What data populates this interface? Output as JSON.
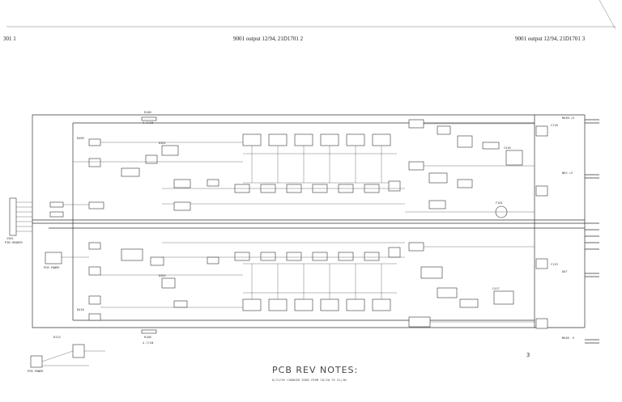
{
  "header": {
    "left": "301 1",
    "center": "9001 output 12/94, 21D1701 2",
    "right": "9001 output 12/94, 21D1701 3"
  },
  "notes": {
    "title": "PCB REV NOTES:",
    "line1": "8/21/95  CHANGED R408 FROM 20/1W TO 51/1W"
  },
  "labels": {
    "r108_top": "R108",
    "r108_top_val": "4.7/1W",
    "r108_bot": "R108",
    "r108_bot_val": "4.7/1W",
    "pcb_power": "PCB POWER",
    "j301": "J301",
    "j301_desc": "PIN HEADER",
    "ref_r409": "R409",
    "ref_r410": "R410",
    "ref_q301": "Q301",
    "ref_q302": "Q302",
    "ref_c416": "C416",
    "ref_c417": "C417",
    "ref_r113": "R113",
    "ref_c118": "C118",
    "ref_c119": "C119",
    "ref_f101": "F101",
    "out_top": "MAIN +V",
    "out_mid": "NEG +V",
    "out_low": "OUT",
    "out_bot": "MAIN -V"
  }
}
